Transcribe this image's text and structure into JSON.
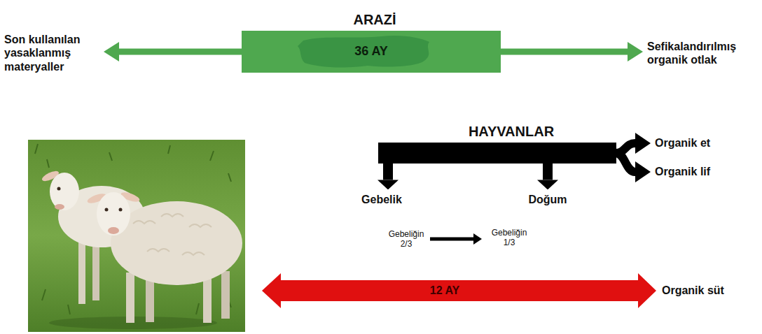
{
  "diagram": {
    "nodes": [
      {
        "text": [
          "ARAZİ",
          "36 AY"
        ]
      },
      {
        "text": [
          "Son kullanılan yasaklanmış materyaller"
        ]
      },
      {
        "text": [
          "Sefikalandırılmış organik otlak"
        ]
      },
      {
        "text": [
          "HAYVANLAR"
        ]
      },
      {
        "text": [
          "Organik et"
        ]
      },
      {
        "text": [
          "Organik lif"
        ]
      },
      {
        "text": [
          "Gebelik"
        ]
      },
      {
        "text": [
          "Doğum"
        ]
      },
      {
        "text": [
          "Gebeliğin 2/3"
        ]
      },
      {
        "text": [
          "Gebeliğin 1/3"
        ]
      },
      {
        "text": [
          "12 AY"
        ]
      },
      {
        "text": [
          "Organik süt"
        ]
      }
    ],
    "edges": [
      {
        "from": 0,
        "to": 1,
        "arrow": "to"
      },
      {
        "from": 0,
        "to": 2,
        "arrow": "to"
      },
      {
        "from": 3,
        "to": 4,
        "arrow": "to"
      },
      {
        "from": 3,
        "to": 5,
        "arrow": "to"
      },
      {
        "from": 3,
        "to": 6,
        "arrow": "to"
      },
      {
        "from": 3,
        "to": 7,
        "arrow": "to"
      },
      {
        "from": 8,
        "to": 9,
        "arrow": "to"
      },
      {
        "from": 10,
        "to": 11,
        "arrow": "to"
      }
    ]
  }
}
